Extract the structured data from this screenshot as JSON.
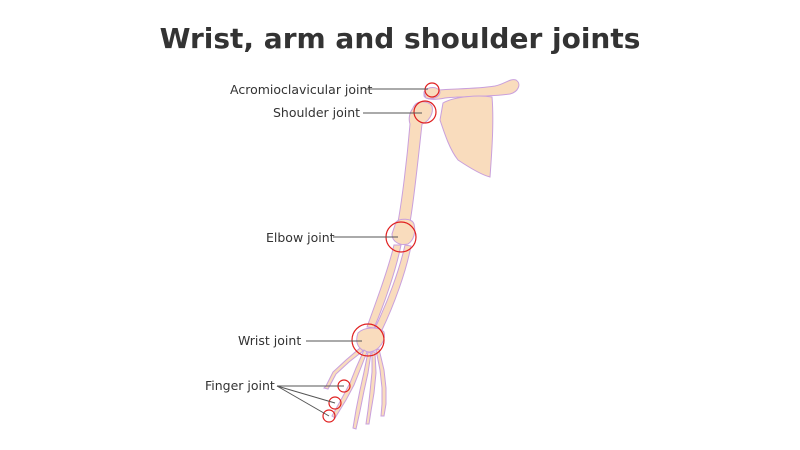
{
  "title": "Wrist, arm and shoulder joints",
  "colors": {
    "bone_fill": "#f9dcbd",
    "bone_shade": "#e8c8a8",
    "bone_outline": "#c9a0dc",
    "joint_circle": "#e02020",
    "leader_line": "#555555",
    "text": "#333333"
  },
  "labels": [
    {
      "id": "acromioclavicular",
      "text": "Acromioclavicular joint"
    },
    {
      "id": "shoulder",
      "text": "Shoulder joint"
    },
    {
      "id": "elbow",
      "text": "Elbow joint"
    },
    {
      "id": "wrist",
      "text": "Wrist joint"
    },
    {
      "id": "finger",
      "text": "Finger joint"
    }
  ]
}
